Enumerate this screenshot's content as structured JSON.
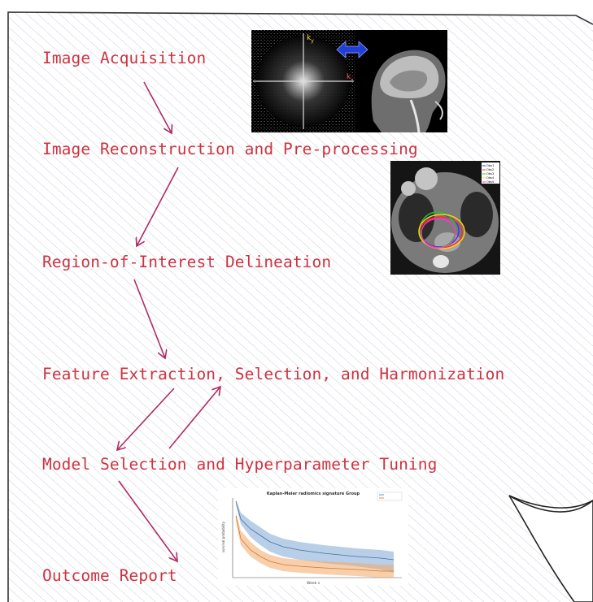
{
  "steps": [
    "Image Acquisition",
    "Image Reconstruction and Pre-processing",
    "Region-of-Interest Delineation",
    "Feature Extraction, Selection, and Harmonization",
    "Model Selection and Hyperparameter Tuning",
    "Outcome Report"
  ],
  "mri": {
    "ky": "k",
    "ky_sub": "y",
    "kx": "k",
    "kx_sub": "x"
  },
  "ct": {
    "legend": [
      "Obs1",
      "Obs2",
      "Obs3",
      "Obs4",
      "Obs5"
    ]
  },
  "km": {
    "title": "Kaplan-Meier radiomics signature Group",
    "ylabel": "survival probability",
    "xlabel": "Week s"
  },
  "colors": {
    "text": "#cc3340",
    "arrow": "#b02a66",
    "hatch": "#c9cfdb",
    "ct_contours": [
      "#1e3cff",
      "#ff2a2a",
      "#22c222",
      "#ffd400",
      "#ff33cc"
    ],
    "km_series": [
      "#5b8fc9",
      "#f08a3c"
    ]
  }
}
